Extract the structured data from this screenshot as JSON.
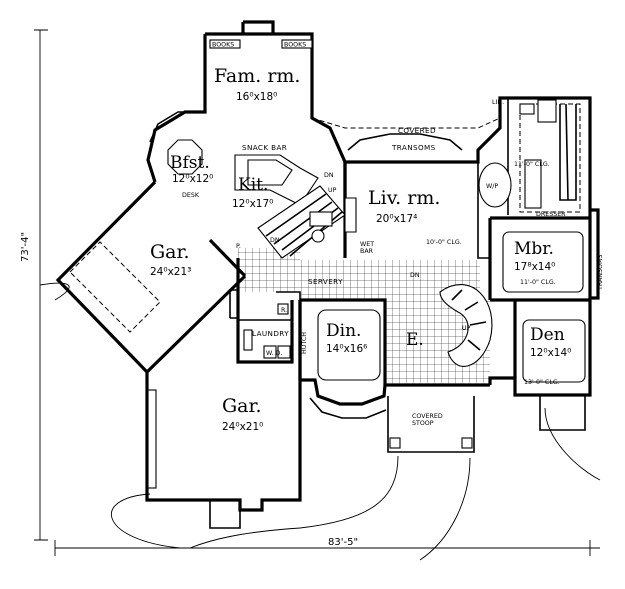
{
  "rooms": {
    "fam": {
      "name": "Fam. rm.",
      "size": "16⁰x18⁰"
    },
    "bfst": {
      "name": "Bfst.",
      "size": "12⁰x12⁰"
    },
    "kit": {
      "name": "Kit.",
      "size": "12⁰x17⁰"
    },
    "liv": {
      "name": "Liv. rm.",
      "size": "20⁰x17⁴"
    },
    "mbr": {
      "name": "Mbr.",
      "size": "17⁸x14⁰"
    },
    "gar1": {
      "name": "Gar.",
      "size": "24⁰x21³"
    },
    "gar2": {
      "name": "Gar.",
      "size": "24⁰x21⁰"
    },
    "din": {
      "name": "Din.",
      "size": "14⁰x16⁶"
    },
    "entry": {
      "name": "E."
    },
    "den": {
      "name": "Den",
      "size": "12⁰x14⁰"
    }
  },
  "labels": {
    "books_left": "BOOKS",
    "books_right": "BOOKS",
    "snack_bar": "SNACK BAR",
    "desk": "DESK",
    "covered": "COVERED",
    "transoms_top": "TRANSOMS",
    "wp": "W/P",
    "lin": "LIN.",
    "mbr_clg": "11'-0\" CLG.",
    "mbr_clg2": "11'-0\" CLG.",
    "dresser": "DRESSER",
    "transoms_right": "TRANSOMS",
    "liv_clg": "10'-0\" CLG.",
    "wet_bar": "WET\nBAR",
    "servery": "SERVERY",
    "dn_kit": "DN",
    "up_kit": "UP",
    "dn_stair": "DN",
    "dn_hall": "DN",
    "up_stair": "UP",
    "pantry": "P.",
    "laundry": "LAUNDRY",
    "wd": "W.  D.",
    "fridge": "R.",
    "hutch": "HUTCH",
    "den_clg": "13'-0\" CLG.",
    "covered_stoop": "COVERED\nSTOOP"
  },
  "dimensions": {
    "depth": "73'-4\"",
    "width": "83'-5\""
  }
}
